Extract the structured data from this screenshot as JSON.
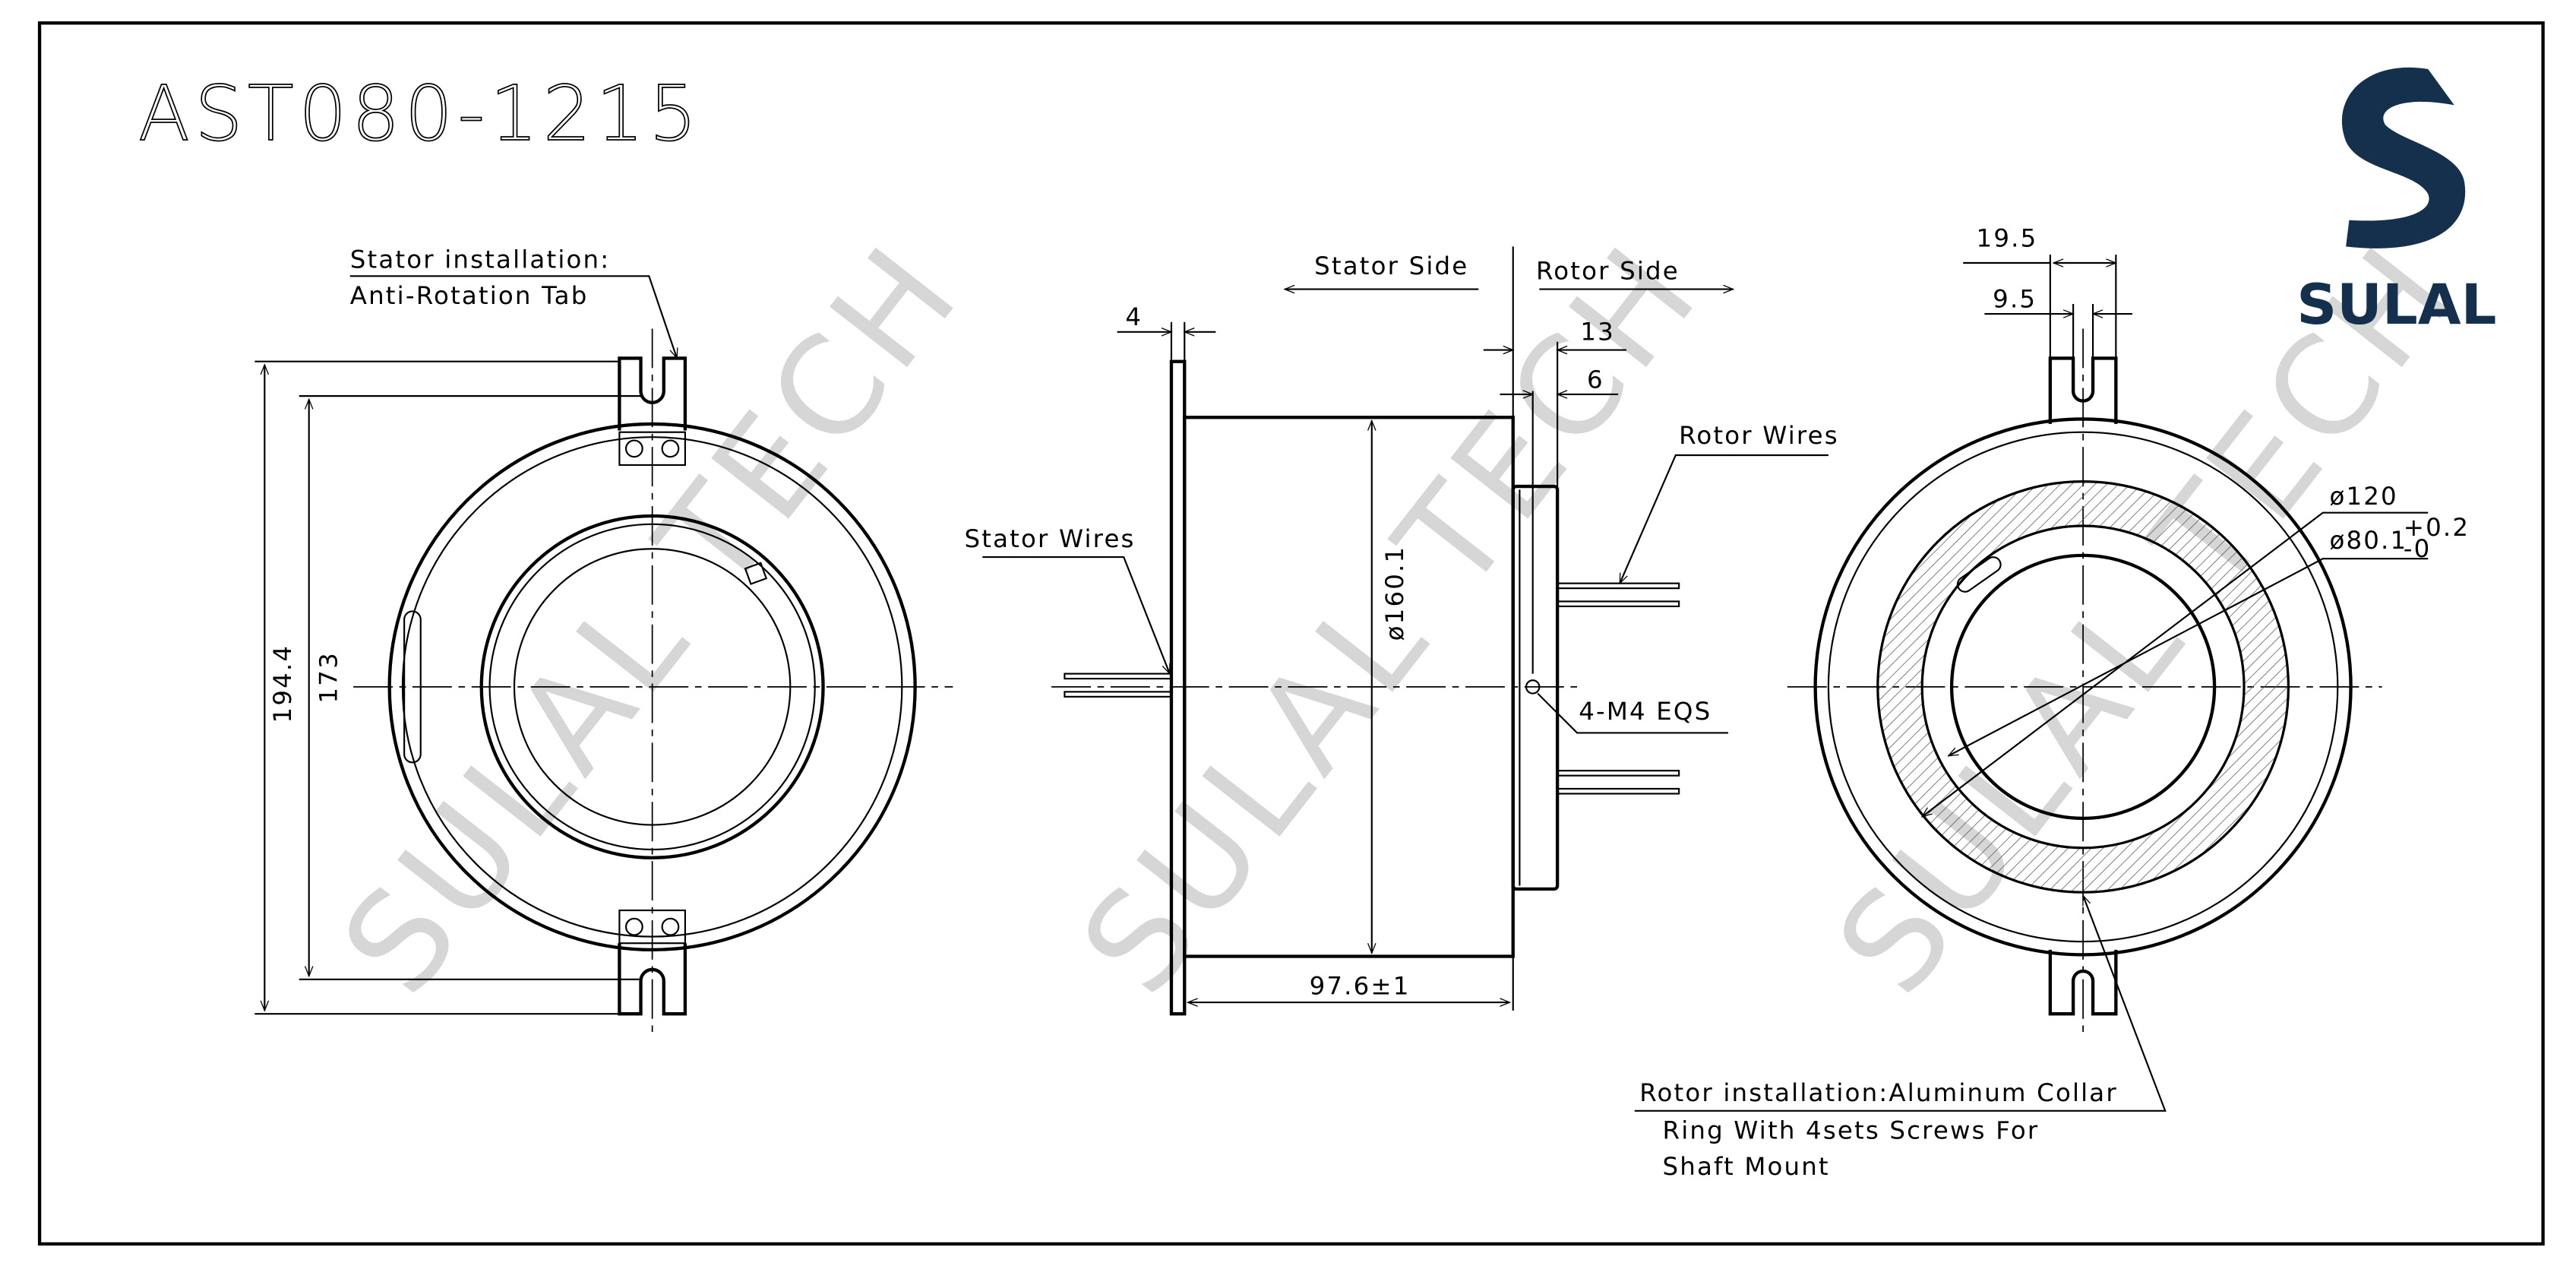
{
  "title": "AST080-1215",
  "logo": {
    "text": "SULAL",
    "color": "#14304d"
  },
  "watermark": "SULAL TECH",
  "left_view": {
    "label_line1": "Stator installation:",
    "label_line2": "Anti-Rotation Tab",
    "dim_outer": "194.4",
    "dim_inner": "173"
  },
  "side_view": {
    "stator_side": "Stator Side",
    "rotor_side": "Rotor Side",
    "dim_flange": "4",
    "dim_13": "13",
    "dim_6": "6",
    "dim_diameter": "ø160.1",
    "dim_length": "97.6±1",
    "stator_wires": "Stator Wires",
    "rotor_wires": "Rotor Wires",
    "screws": "4-M4 EQS"
  },
  "right_view": {
    "dim_19_5": "19.5",
    "dim_9_5": "9.5",
    "dim_120": "ø120",
    "dim_80": "ø80.1",
    "tol_plus": "+0.2",
    "tol_minus": "-0",
    "rotor_note_1": "Rotor installation:Aluminum Collar",
    "rotor_note_2": "Ring With 4sets Screws For",
    "rotor_note_3": "Shaft Mount"
  }
}
